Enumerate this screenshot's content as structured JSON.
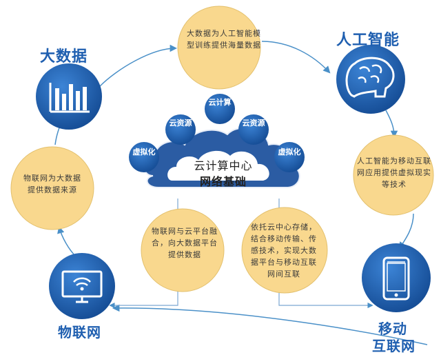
{
  "nodes": {
    "big_data": {
      "label": "大数据"
    },
    "ai": {
      "label": "人工智能"
    },
    "iot": {
      "label": "物联网"
    },
    "mobile": {
      "label_line1": "移动",
      "label_line2": "互联网"
    }
  },
  "center": {
    "title": "云计算中心",
    "subtitle": "网络基础",
    "satellites": {
      "virtualization_left": "虚拟化",
      "resources_left": "云资源",
      "computing": "云计算",
      "resources_right": "云资源",
      "virtualization_right": "虚拟化"
    }
  },
  "bubbles": {
    "big_data_to_ai": "大数据为人工智能模型训练提供海量数据",
    "iot_to_big_data": "物联网为大数据提供数据来源",
    "ai_to_mobile": "人工智能为移动互联网应用提供虚拟现实等技术",
    "iot_cloud": "物联网与云平台融合，向大数据平台提供数据",
    "cloud_mobile": "依托云中心存储，结合移动传输、传感技术，实现大数据平台与移动互联网间互联"
  },
  "colors": {
    "icon_blue": "#1f5fb0",
    "bubble_fill": "#f9d88e",
    "bubble_stroke": "#e3c06d",
    "arrow": "#4a90c8",
    "cloud_fill": "#2b5ca3"
  }
}
